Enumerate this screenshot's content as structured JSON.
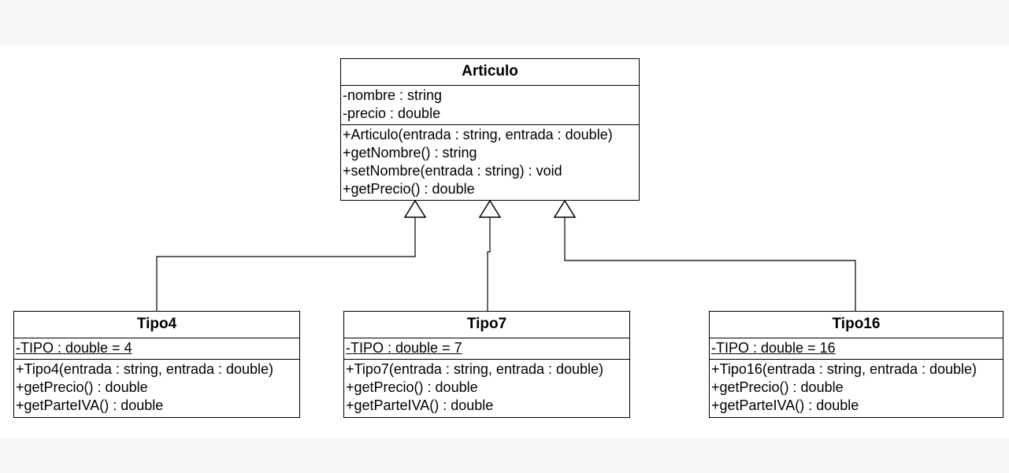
{
  "diagram": {
    "line_color": "#000000",
    "background": "#ffffff",
    "parent": {
      "name": "Articulo",
      "attributes": [
        "-nombre : string",
        "-precio : double"
      ],
      "methods": [
        "+Articulo(entrada  : string, entrada  : double)",
        "+getNombre() : string",
        "+setNombre(entrada  : string) : void",
        "+getPrecio() : double"
      ]
    },
    "children": [
      {
        "name": "Tipo4",
        "attributes": [
          "-TIPO : double = 4"
        ],
        "methods": [
          "+Tipo4(entrada  : string, entrada  : double)",
          "+getPrecio() : double",
          "+getParteIVA() : double"
        ]
      },
      {
        "name": "Tipo7",
        "attributes": [
          "-TIPO : double = 7"
        ],
        "methods": [
          "+Tipo7(entrada  : string, entrada  : double)",
          "+getPrecio() : double",
          "+getParteIVA() : double"
        ]
      },
      {
        "name": "Tipo16",
        "attributes": [
          "-TIPO : double = 16"
        ],
        "methods": [
          "+Tipo16(entrada  : string, entrada  : double)",
          "+getPrecio() : double",
          "+getParteIVA() : double"
        ]
      }
    ],
    "relationship": "generalization"
  }
}
